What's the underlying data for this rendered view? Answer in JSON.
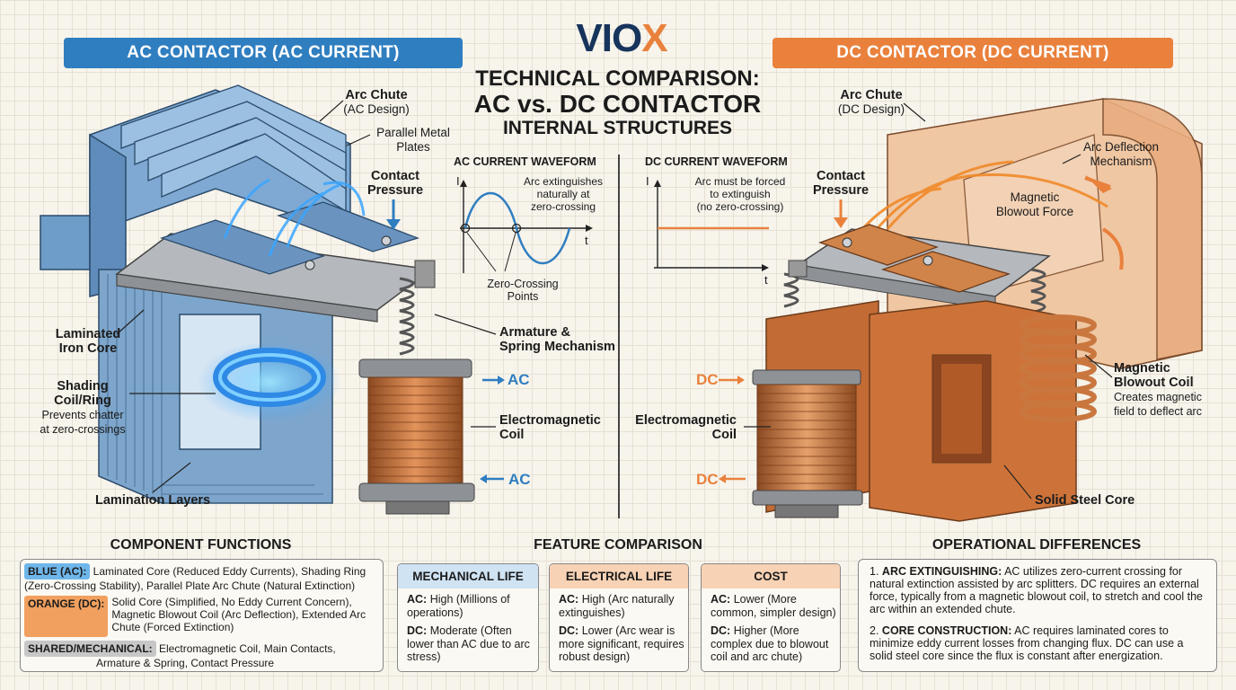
{
  "header": {
    "logo_main": "VIO",
    "logo_x": "X",
    "title_line1": "TECHNICAL COMPARISON:",
    "title_line2": "AC vs. DC CONTACTOR",
    "title_line3": "INTERNAL STRUCTURES"
  },
  "ac": {
    "banner": "AC CONTACTOR (AC CURRENT)",
    "arc_chute_title": "Arc Chute",
    "arc_chute_sub": "(AC Design)",
    "plates_line1": "Parallel Metal",
    "plates_line2": "Plates",
    "contact_line1": "Contact",
    "contact_line2": "Pressure",
    "laminated_line1": "Laminated",
    "laminated_line2": "Iron Core",
    "shading_line1": "Shading",
    "shading_line2": "Coil/Ring",
    "shading_sub1": "Prevents chatter",
    "shading_sub2": "at zero-crossings",
    "armature_line1": "Armature &",
    "armature_line2": "Spring Mechanism",
    "coil_line1": "Electromagnetic",
    "coil_line2": "Coil",
    "lamination_layers": "Lamination Layers",
    "terminal_top": "AC",
    "terminal_bottom": "AC"
  },
  "dc": {
    "banner": "DC CONTACTOR (DC CURRENT)",
    "arc_chute_title": "Arc Chute",
    "arc_chute_sub": "(DC Design)",
    "deflection_line1": "Arc Deflection",
    "deflection_line2": "Mechanism",
    "blowout_force_line1": "Magnetic",
    "blowout_force_line2": "Blowout Force",
    "contact_line1": "Contact",
    "contact_line2": "Pressure",
    "blowout_coil_line1": "Magnetic",
    "blowout_coil_line2": "Blowout Coil",
    "blowout_coil_sub1": "Creates magnetic",
    "blowout_coil_sub2": "field to deflect arc",
    "coil_line1": "Electromagnetic",
    "coil_line2": "Coil",
    "solid_core": "Solid Steel Core",
    "terminal_top": "DC",
    "terminal_bottom": "DC"
  },
  "waveforms": {
    "ac_title": "AC CURRENT WAVEFORM",
    "ac_note1": "Arc extinguishes",
    "ac_note2": "naturally at",
    "ac_note3": "zero-crossing",
    "ac_axis_y": "I",
    "ac_axis_x": "t",
    "zero_cross1": "Zero-Crossing",
    "zero_cross2": "Points",
    "dc_title": "DC CURRENT WAVEFORM",
    "dc_note1": "Arc must be forced",
    "dc_note2": "to extinguish",
    "dc_note3": "(no zero-crossing)",
    "dc_axis_y": "I",
    "dc_axis_x": "t"
  },
  "component_functions": {
    "heading": "COMPONENT FUNCTIONS",
    "blue_tag": "BLUE (AC):",
    "blue_text1": "Laminated Core (Reduced Eddy Currents), Shading Ring",
    "blue_text2": "(Zero-Crossing Stability), Parallel Plate Arc Chute (Natural Extinction)",
    "orange_tag": "ORANGE (DC):",
    "orange_text1": "Solid Core (Simplified, No Eddy Current Concern),",
    "orange_text2": "Magnetic Blowout Coil (Arc Deflection), Extended Arc",
    "orange_text3": "Chute (Forced Extinction)",
    "shared_tag": "SHARED/MECHANICAL:",
    "shared_text1": "Electromagnetic Coil, Main Contacts,",
    "shared_text2": "Armature & Spring, Contact Pressure"
  },
  "feature_comparison": {
    "heading": "FEATURE COMPARISON",
    "cards": [
      {
        "title": "MECHANICAL LIFE",
        "ac_label": "AC:",
        "ac_text": "High (Millions of operations)",
        "dc_label": "DC:",
        "dc_text": "Moderate (Often lower than AC due to arc stress)"
      },
      {
        "title": "ELECTRICAL LIFE",
        "ac_label": "AC:",
        "ac_text": "High (Arc naturally extinguishes)",
        "dc_label": "DC:",
        "dc_text": "Lower (Arc wear is more significant, requires robust design)"
      },
      {
        "title": "COST",
        "ac_label": "AC:",
        "ac_text": "Lower (More common, simpler design)",
        "dc_label": "DC:",
        "dc_text": "Higher (More complex due to blowout coil and arc chute)"
      }
    ]
  },
  "operational_differences": {
    "heading": "OPERATIONAL DIFFERENCES",
    "item1_num": "1.",
    "item1_title": "ARC EXTINGUISHING:",
    "item1_text": "AC utilizes zero-current crossing for natural extinction assisted by arc splitters. DC requires an external force, typically from a magnetic blowout coil, to stretch and cool the arc within an extended chute.",
    "item2_num": "2.",
    "item2_title": "CORE CONSTRUCTION:",
    "item2_text": "AC requires laminated cores to minimize eddy current losses from changing flux. DC can use a solid steel core since the flux is constant after energization."
  },
  "colors": {
    "ac_blue": "#2f7ec0",
    "dc_orange": "#e9813c",
    "navy": "#16345c",
    "copper": "#c9773f",
    "steel_gray": "#a9adb3"
  }
}
